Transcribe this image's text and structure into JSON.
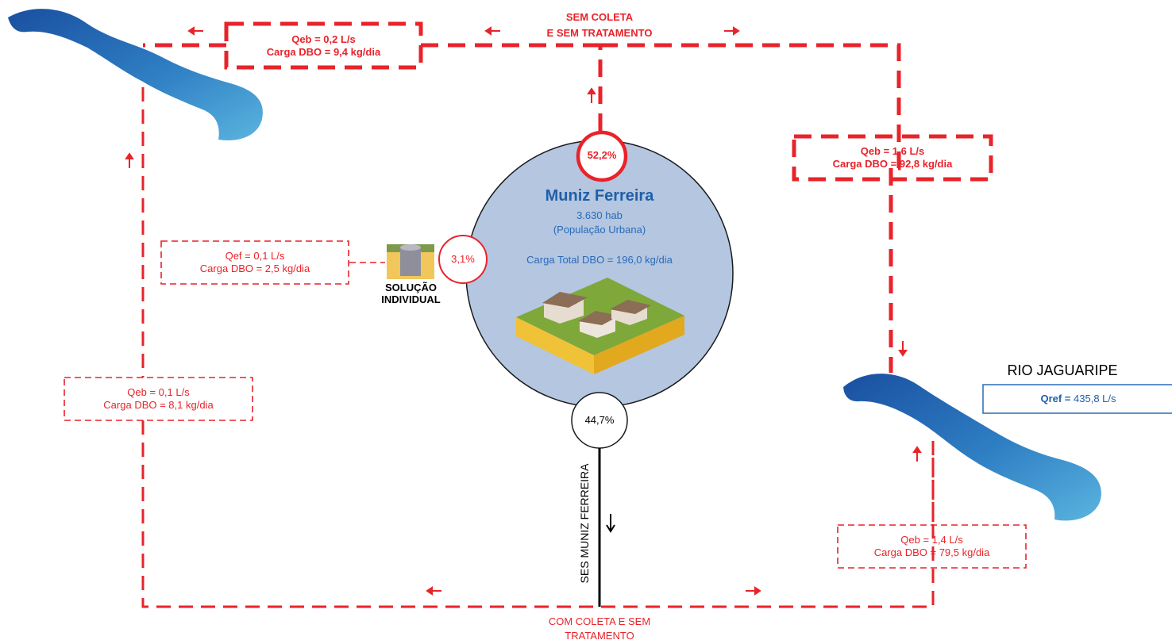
{
  "title_flow": {
    "top_label_line1": "SEM COLETA",
    "top_label_line2": "E SEM TRATAMENTO",
    "bottom_label_line1": "COM COLETA E SEM",
    "bottom_label_line2": "TRATAMENTO"
  },
  "city": {
    "name": "Muniz Ferreira",
    "population": "3.630 hab",
    "population_note": "(População Urbana)",
    "total_load": "Carga Total DBO = 196,0 kg/dia"
  },
  "percentages": {
    "no_collection": "52,2%",
    "individual": "3,1%",
    "ses": "44,7%"
  },
  "individual_solution": {
    "label_line1": "SOLUÇÃO",
    "label_line2": "INDIVIDUAL"
  },
  "ses_label": "SES MUNIZ FERREIRA",
  "river": {
    "name": "RIO JAGUARIPE",
    "qref_label": "Qref =",
    "qref_value": "435,8 L/s"
  },
  "boxes": {
    "top_left": {
      "line1": "Qeb = 0,2 L/s",
      "line2": "Carga DBO = 9,4 kg/dia"
    },
    "top_right": {
      "line1": "Qeb = 1,6 L/s",
      "line2": "Carga DBO = 92,8 kg/dia"
    },
    "individual": {
      "line1": "Qef = 0,1 L/s",
      "line2": "Carga DBO = 2,5 kg/dia"
    },
    "bottom_left": {
      "line1": "Qeb = 0,1 L/s",
      "line2": "Carga DBO = 8,1 kg/dia"
    },
    "bottom_right": {
      "line1": "Qeb = 1,4 L/s",
      "line2": "Carga DBO = 79,5 kg/dia"
    }
  },
  "colors": {
    "flow_red": "#e8232a",
    "circle_fill": "#b4c6e0",
    "river_blue": "#2a6ab8",
    "title_blue": "#1f5fa8"
  }
}
